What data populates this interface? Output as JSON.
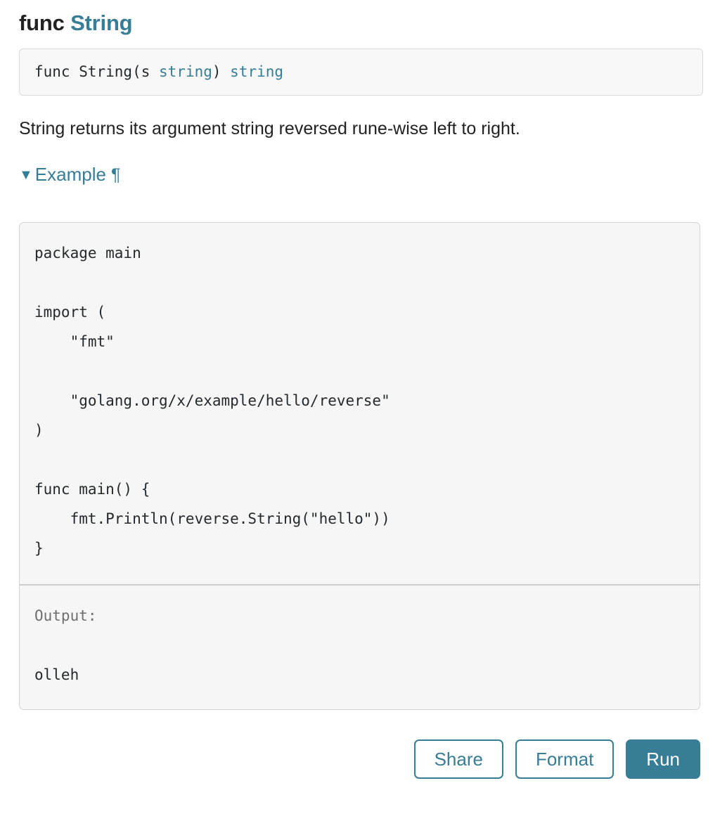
{
  "heading": {
    "keyword": "func",
    "name": "String"
  },
  "signature": {
    "prefix": "func String(s ",
    "param_type": "string",
    "middle": ") ",
    "return_type": "string"
  },
  "description": "String returns its argument string reversed rune-wise left to right.",
  "example_toggle": {
    "triangle_icon": "▼",
    "label": "Example",
    "pilcrow_icon": "¶"
  },
  "playground": {
    "code": "package main\n\nimport (\n    \"fmt\"\n\n    \"golang.org/x/example/hello/reverse\"\n)\n\nfunc main() {\n    fmt.Println(reverse.String(\"hello\"))\n}",
    "output_label": "Output:",
    "output_text": "olleh",
    "buttons": {
      "share": "Share",
      "format": "Format",
      "run": "Run"
    }
  },
  "colors": {
    "accent": "#377d96",
    "text": "#202224",
    "muted": "#6e6e6e",
    "panel_bg": "#f6f6f6",
    "signature_bg": "#f8f8f8",
    "border": "#d4d4d4"
  }
}
